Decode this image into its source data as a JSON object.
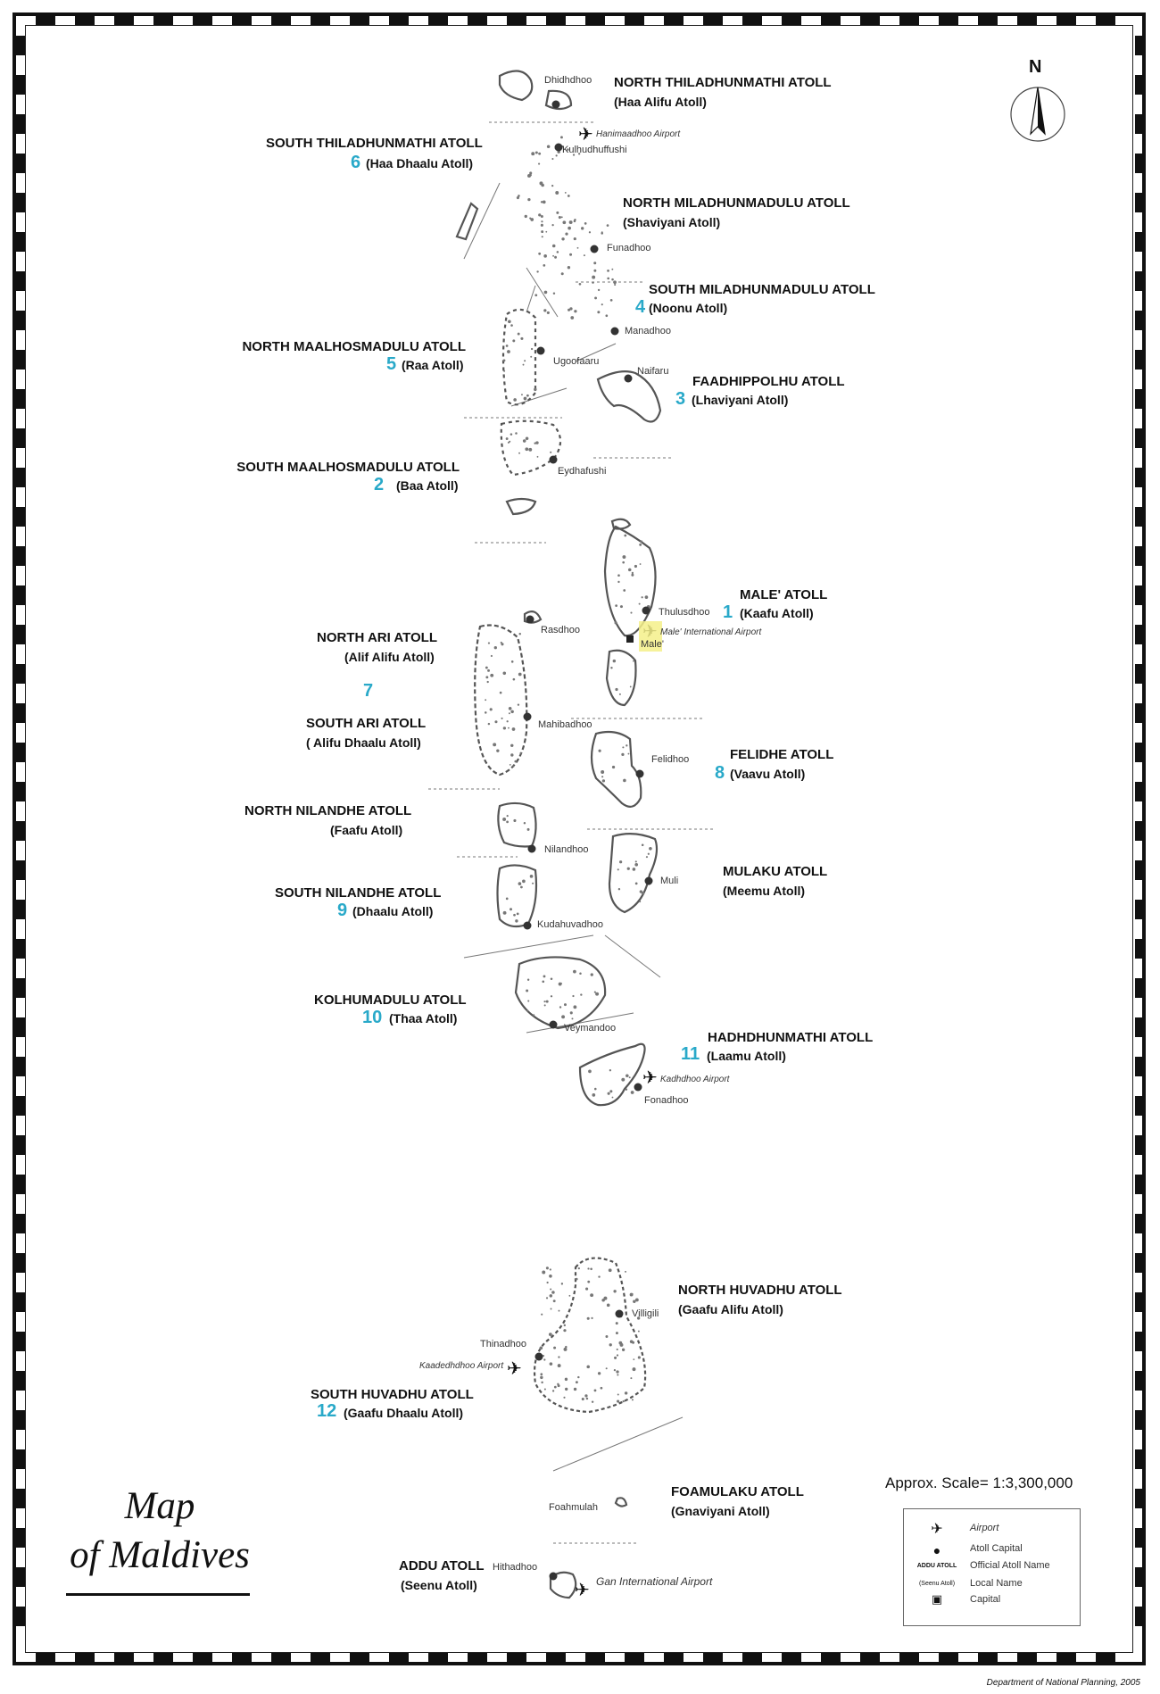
{
  "map": {
    "title_line1": "Map",
    "title_line2": "of Maldives",
    "north_label": "N",
    "scale": "Approx. Scale= 1:3,300,000",
    "credit": "Department of National Planning, 2005"
  },
  "atolls": [
    {
      "key": "haa_alifu",
      "name": "NORTH THILADHUNMATHI  ATOLL",
      "local": "(Haa Alifu Atoll)",
      "number": ""
    },
    {
      "key": "haa_dhaalu",
      "name": "SOUTH THILADHUNMATHI ATOLL",
      "local": "(Haa Dhaalu Atoll)",
      "number": "6"
    },
    {
      "key": "shaviyani",
      "name": "NORTH MILADHUNMADULU ATOLL",
      "local": "(Shaviyani Atoll)",
      "number": ""
    },
    {
      "key": "noonu",
      "name": "SOUTH MILADHUNMADULU ATOLL",
      "local": "(Noonu Atoll)",
      "number": "4"
    },
    {
      "key": "raa",
      "name": "NORTH MAALHOSMADULU ATOLL",
      "local": "(Raa Atoll)",
      "number": "5"
    },
    {
      "key": "lhaviyani",
      "name": "FAADHIPPOLHU ATOLL",
      "local": "(Lhaviyani Atoll)",
      "number": "3"
    },
    {
      "key": "baa",
      "name": "SOUTH MAALHOSMADULU ATOLL",
      "local": "(Baa Atoll)",
      "number": "2"
    },
    {
      "key": "kaafu",
      "name": "MALE'  ATOLL",
      "local": "(Kaafu Atoll)",
      "number": "1"
    },
    {
      "key": "alif_alifu",
      "name": "NORTH ARI  ATOLL",
      "local": "(Alif Alifu Atoll)",
      "number": "7"
    },
    {
      "key": "alifu_dhaalu",
      "name": "SOUTH ARI  ATOLL",
      "local": "( Alifu Dhaalu Atoll)",
      "number": ""
    },
    {
      "key": "vaavu",
      "name": "FELIDHE ATOLL",
      "local": "(Vaavu Atoll)",
      "number": "8"
    },
    {
      "key": "faafu",
      "name": "NORTH NILANDHE ATOLL",
      "local": "(Faafu Atoll)",
      "number": ""
    },
    {
      "key": "meemu",
      "name": "MULAKU ATOLL",
      "local": "(Meemu Atoll)",
      "number": ""
    },
    {
      "key": "dhaalu",
      "name": "SOUTH NILANDHE ATOLL",
      "local": "(Dhaalu Atoll)",
      "number": "9"
    },
    {
      "key": "thaa",
      "name": "KOLHUMADULU ATOLL",
      "local": "(Thaa Atoll)",
      "number": "10"
    },
    {
      "key": "laamu",
      "name": "HADHDHUNMATHI ATOLL",
      "local": "(Laamu Atoll)",
      "number": "11"
    },
    {
      "key": "gaafu_alifu",
      "name": "NORTH HUVADHU  ATOLL",
      "local": "(Gaafu Alifu Atoll)",
      "number": ""
    },
    {
      "key": "gaafu_dhaalu",
      "name": "SOUTH HUVADHU ATOLL",
      "local": "(Gaafu Dhaalu Atoll)",
      "number": "12"
    },
    {
      "key": "gnaviyani",
      "name": "FOAMULAKU ATOLL",
      "local": "(Gnaviyani Atoll)",
      "number": ""
    },
    {
      "key": "seenu",
      "name": "ADDU ATOLL",
      "local": "(Seenu Atoll)",
      "number": ""
    }
  ],
  "places": {
    "dhidhdhoo": "Dhidhdhoo",
    "kulhudhuffushi": "Kulhudhuffushi",
    "funadhoo": "Funadhoo",
    "manadhoo": "Manadhoo",
    "ugoofaaru": "Ugoofaaru",
    "naifaru": "Naifaru",
    "eydhafushi": "Eydhafushi",
    "thulusdhoo": "Thulusdhoo",
    "male": "Male'",
    "rasdhoo": "Rasdhoo",
    "mahibadhoo": "Mahibadhoo",
    "felidhoo": "Felidhoo",
    "nilandhoo": "Nilandhoo",
    "muli": "Muli",
    "kudahuvadhoo": "Kudahuvadhoo",
    "veymandoo": "Veymandoo",
    "fonadhoo": "Fonadhoo",
    "villigili": "Villigili",
    "thinadhoo": "Thinadhoo",
    "foahmulah": "Foahmulah",
    "hithadhoo": "Hithadhoo"
  },
  "airports": {
    "hanimaadhoo": "Hanimaadhoo Airport",
    "male_intl": "Male' International Airport",
    "kadhdhoo": "Kadhdhoo Airport",
    "kaadedhdhoo": "Kaadedhdhoo Airport",
    "gan": "Gan International Airport"
  },
  "legend": {
    "airport": "Airport",
    "atoll_capital": "Atoll Capital",
    "official_sym": "ADDU ATOLL",
    "official": "Official Atoll Name",
    "local_sym": "(Seenu Atoll)",
    "local": "Local Name",
    "capital": "Capital"
  }
}
